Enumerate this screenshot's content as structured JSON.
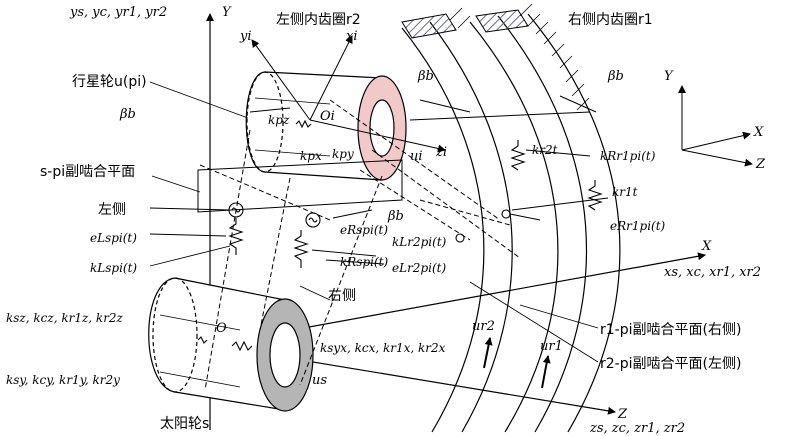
{
  "labels": {
    "ring_left_title": "左侧内齿圈r2",
    "ring_right_title": "右侧内齿圈r1",
    "planet_name": "行星轮u(pi)",
    "sun_name": "太阳轮s",
    "mesh_plane_sp": "s-pi副啮合平面",
    "mesh_plane_r1": "r1-pi副啮合平面(右侧)",
    "mesh_plane_r2": "r2-pi副啮合平面(左侧)",
    "left_side": "左侧",
    "right_side": "右侧",
    "beta_b": "βb",
    "axis_y_global": "Y",
    "axis_x_global": "X",
    "axis_z_global": "Z",
    "y_axis_names": "ys, yc, yr1, yr2",
    "x_axis_names": "xs, xc, xr1, xr2",
    "z_axis_names": "zs, zc, zr1, zr2",
    "yi": "yi",
    "xi": "xi",
    "zi": "zi",
    "oi": "Oi",
    "o": "O",
    "ui": "ui",
    "us": "us",
    "ur2": "ur2",
    "ur1": "ur1",
    "kpz": "kpz",
    "kpx": "kpx",
    "kpy": "kpy",
    "kr2t": "kr2t",
    "kr1t": "kr1t",
    "kr1pi_R": "kRr1pi(t)",
    "er1pi_R": "eRr1pi(t)",
    "espi_L": "eLspi(t)",
    "kspi_L": "kLspi(t)",
    "espi_R": "eRspi(t)",
    "kspi_R": "kRspi(t)",
    "kr2pi_L": "kLr2pi(t)",
    "er2pi_L": "eLr2pi(t)",
    "kz_group": "ksz, kcz, kr1z, kr2z",
    "ky_group": "ksy, kcy, kr1y, kr2y",
    "kx_group": "ksyx, kcx, kr1x, kr2x"
  },
  "colors": {
    "line": "#000000",
    "planet_face": "#f2c9c9",
    "sun_face": "#b5b5b5",
    "ring_hatch": "#b9b7d3"
  }
}
